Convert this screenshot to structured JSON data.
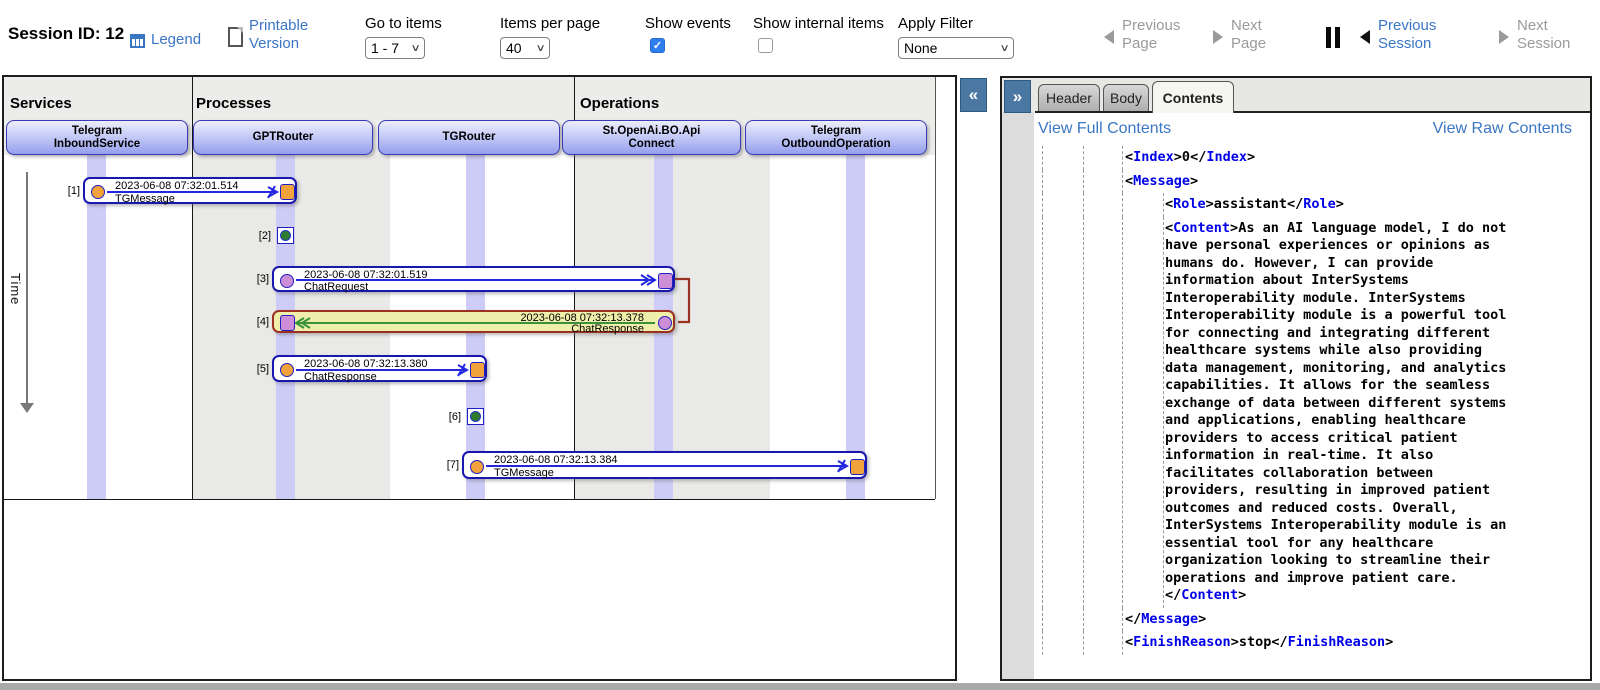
{
  "toolbar": {
    "session_label": "Session ID: 12",
    "legend_label": "Legend",
    "printable_line1": "Printable",
    "printable_line2": "Version",
    "goto_label": "Go to items",
    "goto_value": "1 - 7",
    "per_page_label": "Items per page",
    "per_page_value": "40",
    "show_events_label": "Show events",
    "show_events_checked": true,
    "show_internal_label": "Show internal items",
    "show_internal_checked": false,
    "apply_filter_label": "Apply Filter",
    "apply_filter_value": "None",
    "prev_page_line1": "Previous",
    "prev_page_line2": "Page",
    "next_page_line1": "Next",
    "next_page_line2": "Page",
    "prev_session_line1": "Previous",
    "prev_session_line2": "Session",
    "next_session_line1": "Next",
    "next_session_line2": "Session"
  },
  "diagram": {
    "columns": [
      "Services",
      "Processes",
      "Operations"
    ],
    "time_label": "Time",
    "collapse_glyph": "«",
    "expand_glyph": "»",
    "lanes": [
      [
        "Telegram",
        "InboundService"
      ],
      [
        "GPTRouter"
      ],
      [
        "TGRouter"
      ],
      [
        "St.OpenAi.BO.Api",
        "Connect"
      ],
      [
        "Telegram",
        "OutboundOperation"
      ]
    ],
    "items": [
      {
        "num": "[1]",
        "time": "2023-06-08 07:32:01.514",
        "name": "TGMessage"
      },
      {
        "num": "[2]"
      },
      {
        "num": "[3]",
        "time": "2023-06-08 07:32:01.519",
        "name": "ChatRequest"
      },
      {
        "num": "[4]",
        "time": "2023-06-08 07:32:13.378",
        "name": "ChatResponse"
      },
      {
        "num": "[5]",
        "time": "2023-06-08 07:32:13.380",
        "name": "ChatResponse"
      },
      {
        "num": "[6]"
      },
      {
        "num": "[7]",
        "time": "2023-06-08 07:32:13.384",
        "name": "TGMessage"
      }
    ]
  },
  "details": {
    "tabs": [
      "Header",
      "Body",
      "Contents"
    ],
    "active_tab": "Contents",
    "view_full": "View Full Contents",
    "view_raw": "View Raw Contents",
    "xml": {
      "elements": [
        {
          "tag": "Index",
          "value": "0"
        },
        {
          "tag": "Message",
          "children": [
            {
              "tag": "Role",
              "value": "assistant"
            },
            {
              "tag": "Content",
              "value": "As an AI language model, I do not have personal experiences or opinions as humans do. However, I can provide information about InterSystems Interoperability module. InterSystems Interoperability module is a powerful tool for connecting and integrating different healthcare systems while also providing data management, monitoring, and analytics capabilities. It allows for the seamless exchange of data between different systems and applications, enabling healthcare providers to access critical patient information in real-time. It also facilitates collaboration between providers, resulting in improved patient outcomes and reduced costs. Overall, InterSystems Interoperability module is an essential tool for any healthcare organization looking to streamline their operations and improve patient care."
            }
          ]
        },
        {
          "tag": "FinishReason",
          "value": "stop"
        }
      ]
    }
  },
  "colors": {
    "link_blue": "#3b76c4",
    "tag_blue": "#0000e8",
    "lane_band": "#ccccf7",
    "request_border": "#1a17ad",
    "response_border": "#9c3122",
    "response_fill": "#efeeaa",
    "endpoint_orange": "#f2a23c",
    "endpoint_purple": "#cd8ed8",
    "event_green": "#2e7b2e",
    "collapse_button": "#4a78a2"
  }
}
